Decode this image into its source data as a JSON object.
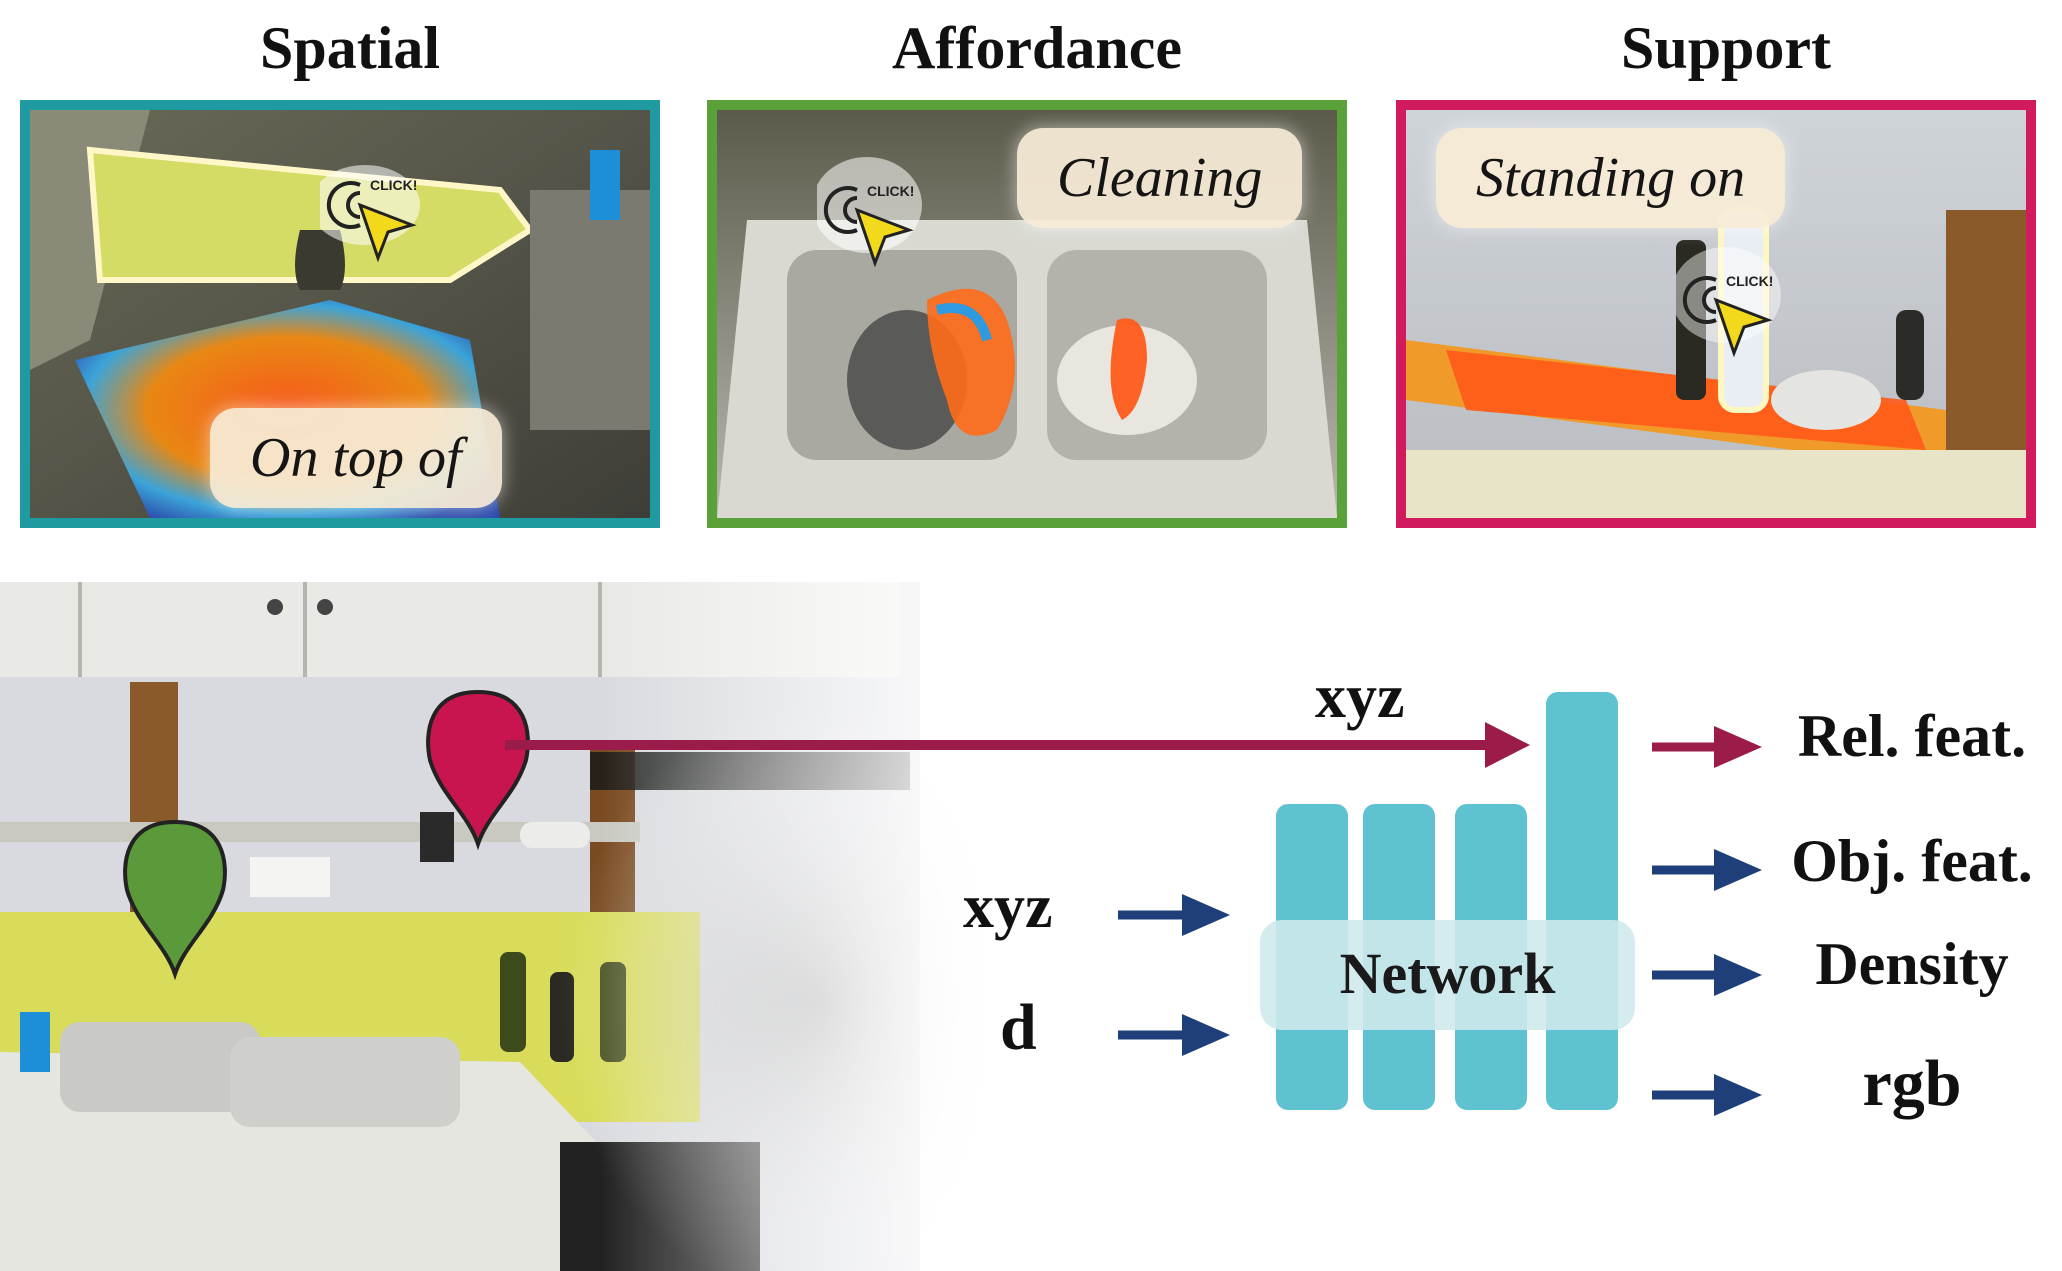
{
  "panels": [
    {
      "title": "Spatial",
      "caption": "On top of",
      "border_color": "#1f9aa1",
      "cursor_text": "CLICK!"
    },
    {
      "title": "Affordance",
      "caption": "Cleaning",
      "border_color": "#5aa13a",
      "cursor_text": "CLICK!"
    },
    {
      "title": "Support",
      "caption": "Standing on",
      "border_color": "#d21b5f",
      "cursor_text": "CLICK!"
    }
  ],
  "diagram": {
    "top_input": "xyz",
    "inputs": [
      "xyz",
      "d"
    ],
    "network_label": "Network",
    "outputs": [
      "Rel. feat.",
      "Obj. feat.",
      "Density",
      "rgb"
    ],
    "colors": {
      "relation_arrow": "#9b1b4a",
      "input_arrow": "#1f3f7a",
      "network_bar": "#5fc2d1",
      "red_pin": "#c8154f",
      "green_pin": "#5a9a3a"
    }
  }
}
